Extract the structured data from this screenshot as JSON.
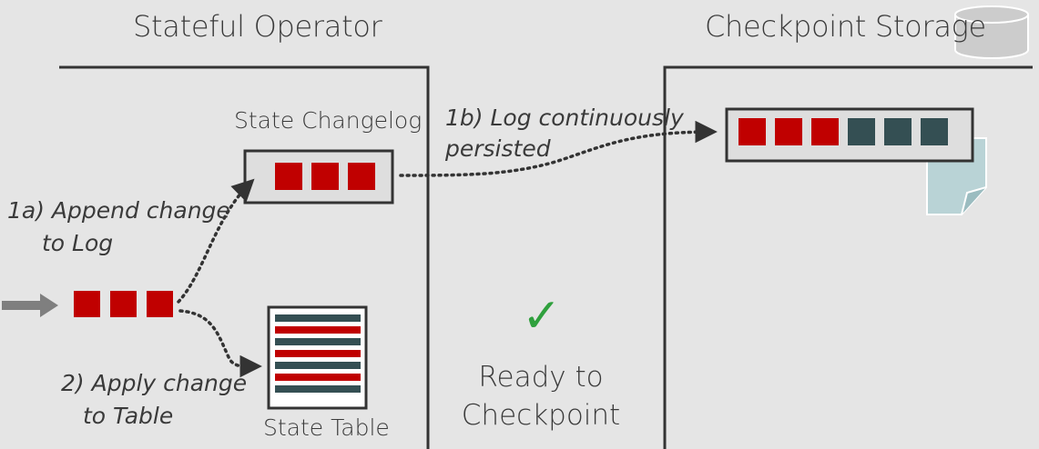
{
  "titles": {
    "stateful_operator": "Stateful Operator",
    "checkpoint_storage": "Checkpoint Storage"
  },
  "labels": {
    "state_changelog": "State Changelog",
    "state_table": "State Table"
  },
  "steps": {
    "append_line1": "1a) Append change",
    "append_line2": "to Log",
    "persist_line1": "1b) Log continuously",
    "persist_line2": "persisted",
    "apply_line1": "2) Apply change",
    "apply_line2": "to Table"
  },
  "status": {
    "check_glyph": "✓",
    "ready_line1": "Ready to",
    "ready_line2": "Checkpoint"
  },
  "changelog_entries": [
    "new",
    "new",
    "new"
  ],
  "storage_entries": [
    "new",
    "new",
    "new",
    "persisted",
    "persisted",
    "persisted"
  ],
  "state_table_rows": [
    "persisted",
    "new",
    "persisted",
    "new",
    "persisted",
    "new",
    "persisted"
  ],
  "colors": {
    "new": "#c00000",
    "persisted": "#344f53",
    "background": "#e5e5e5",
    "border": "#333333",
    "check": "#2fa03d",
    "arrow": "#7f7f7f",
    "storage_icon": "#cccccc",
    "document": "#b9d3d6"
  }
}
